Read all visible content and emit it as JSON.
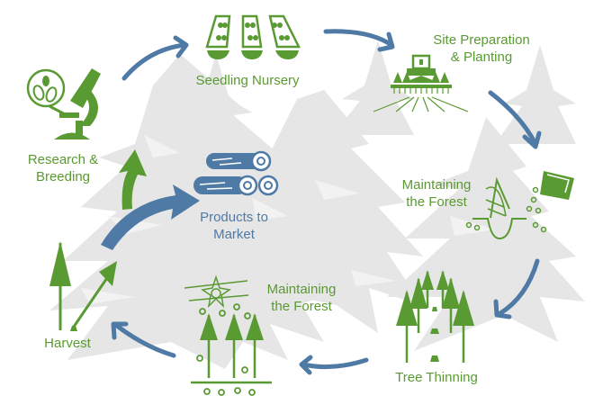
{
  "diagram": {
    "title": "",
    "colors": {
      "green": "#5a9a32",
      "blue": "#4f7aa6",
      "tree_background": "#e4e4e4",
      "background": "#ffffff"
    },
    "stages": [
      {
        "id": "research",
        "label": "Research &\nBreeding",
        "icon": "microscope-icon",
        "color": "green"
      },
      {
        "id": "nursery",
        "label": "Seedling Nursery",
        "icon": "seedling-trays-icon",
        "color": "green"
      },
      {
        "id": "planting",
        "label": "Site Preparation\n& Planting",
        "icon": "tractor-planter-icon",
        "color": "green"
      },
      {
        "id": "maintain1",
        "label": "Maintaining\nthe Forest",
        "icon": "fertilizer-seedling-icon",
        "color": "green"
      },
      {
        "id": "thinning",
        "label": "Tree Thinning",
        "icon": "thinned-trees-icon",
        "color": "green"
      },
      {
        "id": "maintain2",
        "label": "Maintaining\nthe Forest",
        "icon": "crop-duster-trees-icon",
        "color": "green"
      },
      {
        "id": "harvest",
        "label": "Harvest",
        "icon": "felled-tree-icon",
        "color": "green"
      },
      {
        "id": "products",
        "label": "Products to\nMarket",
        "icon": "log-pile-icon",
        "color": "blue"
      }
    ],
    "cycle_arrows": [
      {
        "from": "research",
        "to": "nursery"
      },
      {
        "from": "nursery",
        "to": "planting"
      },
      {
        "from": "planting",
        "to": "maintain1"
      },
      {
        "from": "maintain1",
        "to": "thinning"
      },
      {
        "from": "thinning",
        "to": "maintain2"
      },
      {
        "from": "maintain2",
        "to": "harvest"
      }
    ],
    "branch_arrows": [
      {
        "from": "harvest",
        "to": "research",
        "color": "green"
      },
      {
        "from": "harvest",
        "to": "products",
        "color": "blue"
      }
    ]
  }
}
